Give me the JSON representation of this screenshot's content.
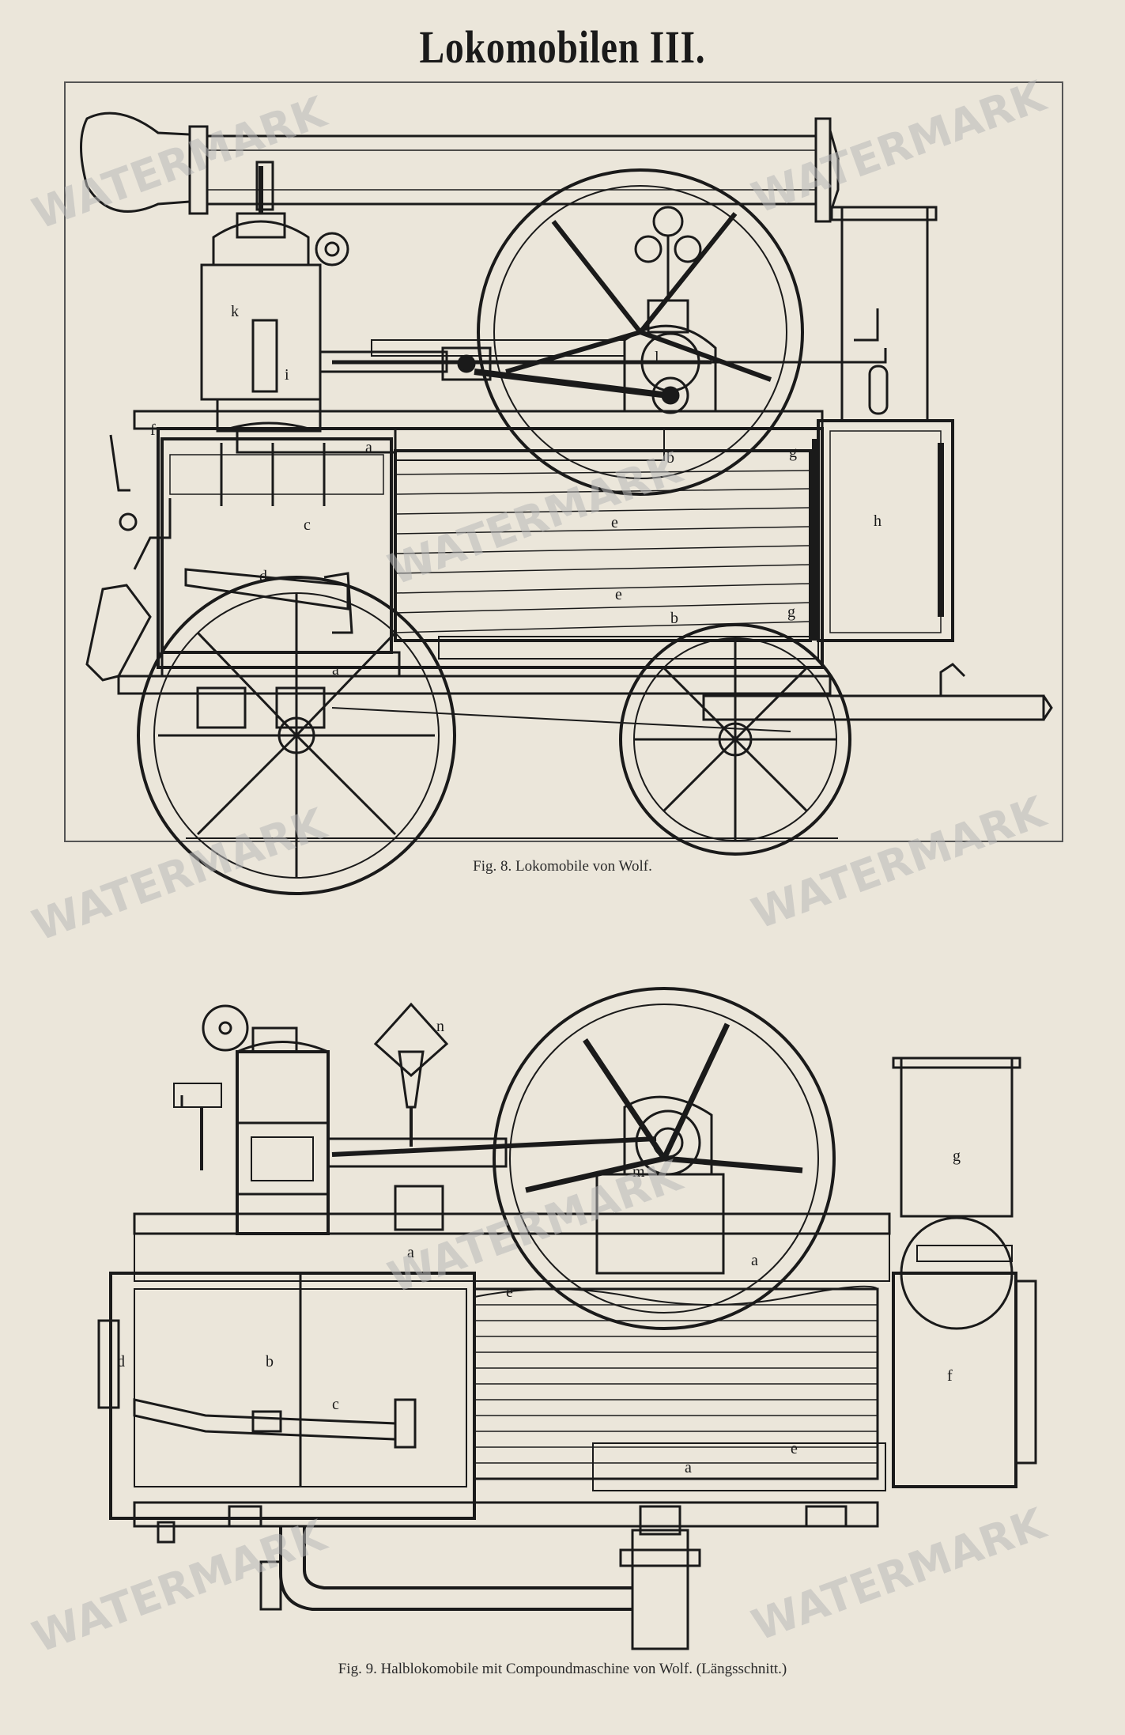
{
  "title": "Lokomobilen III.",
  "fig8": {
    "caption": "Fig. 8.  Lokomobile von Wolf.",
    "labels": {
      "a_top": "a",
      "a_bottom": "a",
      "b_top": "b",
      "b_bottom": "b",
      "c": "c",
      "d": "d",
      "e_top": "e",
      "e_bottom": "e",
      "f": "f",
      "g_top": "g",
      "g_bottom": "g",
      "h": "h",
      "i": "i",
      "k": "k",
      "l": "l"
    }
  },
  "fig9": {
    "caption": "Fig. 9.  Halblokomobile mit Compoundmaschine von Wolf.  (Längsschnitt.)",
    "labels": {
      "a_left": "a",
      "a_right": "a",
      "a_bottom": "a",
      "b": "b",
      "c": "c",
      "d": "d",
      "e_top": "e",
      "e_bottom": "e",
      "f": "f",
      "g": "g",
      "m": "m",
      "n": "n"
    }
  },
  "watermark": "WATERMARK"
}
